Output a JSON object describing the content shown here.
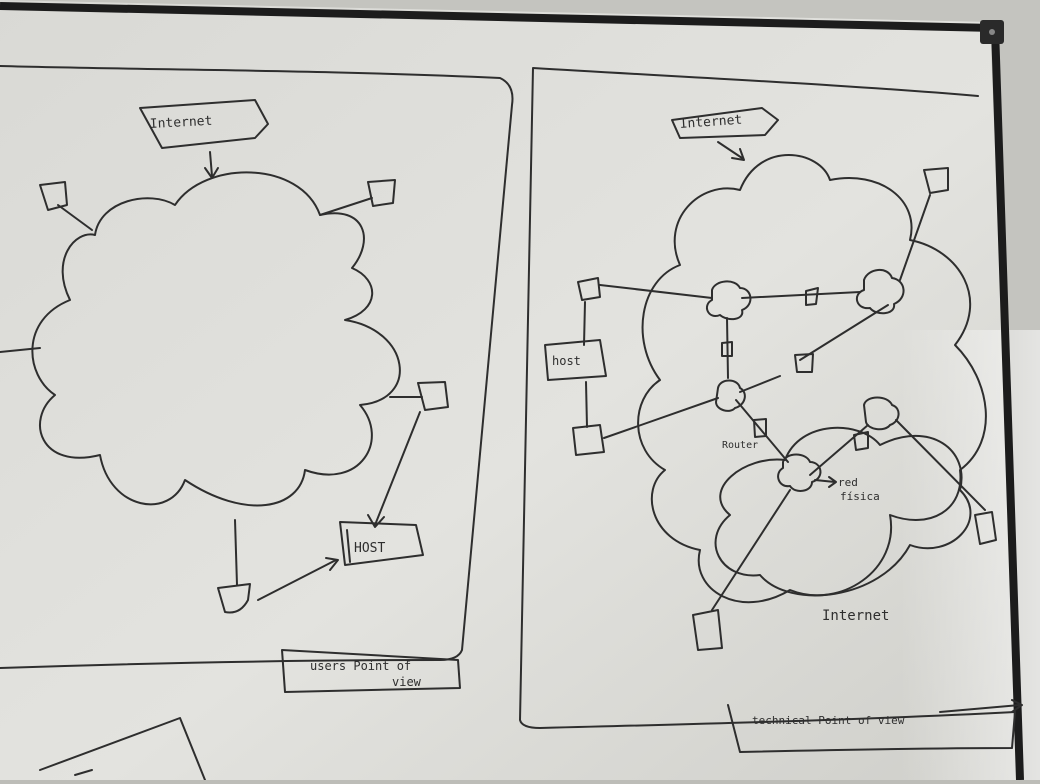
{
  "left_panel": {
    "tag_top": "Internet",
    "host_label": "HOST",
    "caption_line1": "users Point of",
    "caption_line2": "view"
  },
  "right_panel": {
    "tag_top": "Internet",
    "host_label": "host",
    "router_label": "Router",
    "red_fisica_line1": "red",
    "red_fisica_line2": "física",
    "internet_label": "Internet",
    "caption": "technical Point of view"
  },
  "colors": {
    "board": "#dcdcd8",
    "ink": "#2e2e2e",
    "frame": "#1c1c1c"
  }
}
